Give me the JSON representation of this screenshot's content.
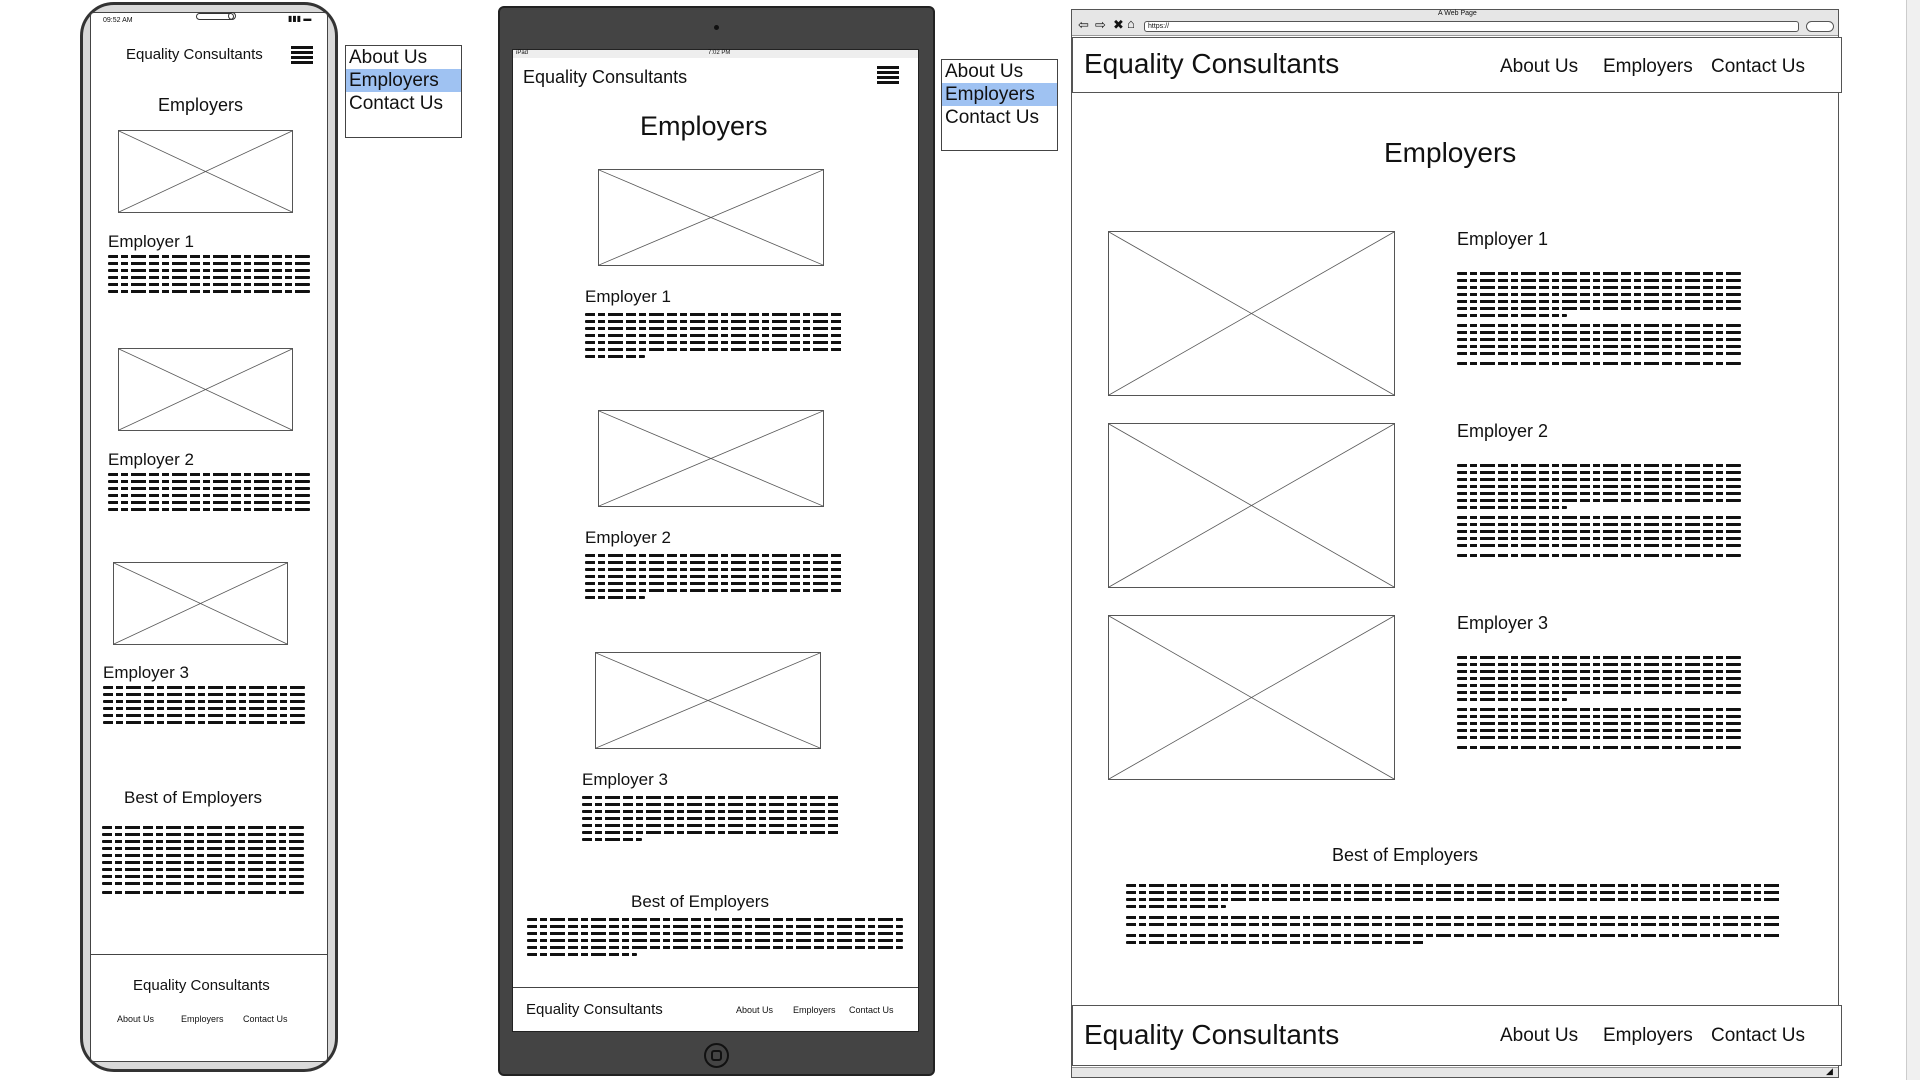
{
  "brand": "Equality Consultants",
  "page_title": "Employers",
  "nav": [
    "About Us",
    "Employers",
    "Contact Us"
  ],
  "selected_nav": "Employers",
  "employers": [
    {
      "name": "Employer 1"
    },
    {
      "name": "Employer 2"
    },
    {
      "name": "Employer 3"
    }
  ],
  "best_title": "Best of Employers",
  "phone": {
    "status_time": "09:52 AM"
  },
  "tablet": {
    "status_left": "iPad",
    "status_time": "7:02 PM"
  },
  "browser": {
    "window_title": "A Web Page",
    "url": "https://"
  },
  "colors": {
    "device_frame": "#444444",
    "selected": "#9fc2f2",
    "border": "#555555"
  }
}
